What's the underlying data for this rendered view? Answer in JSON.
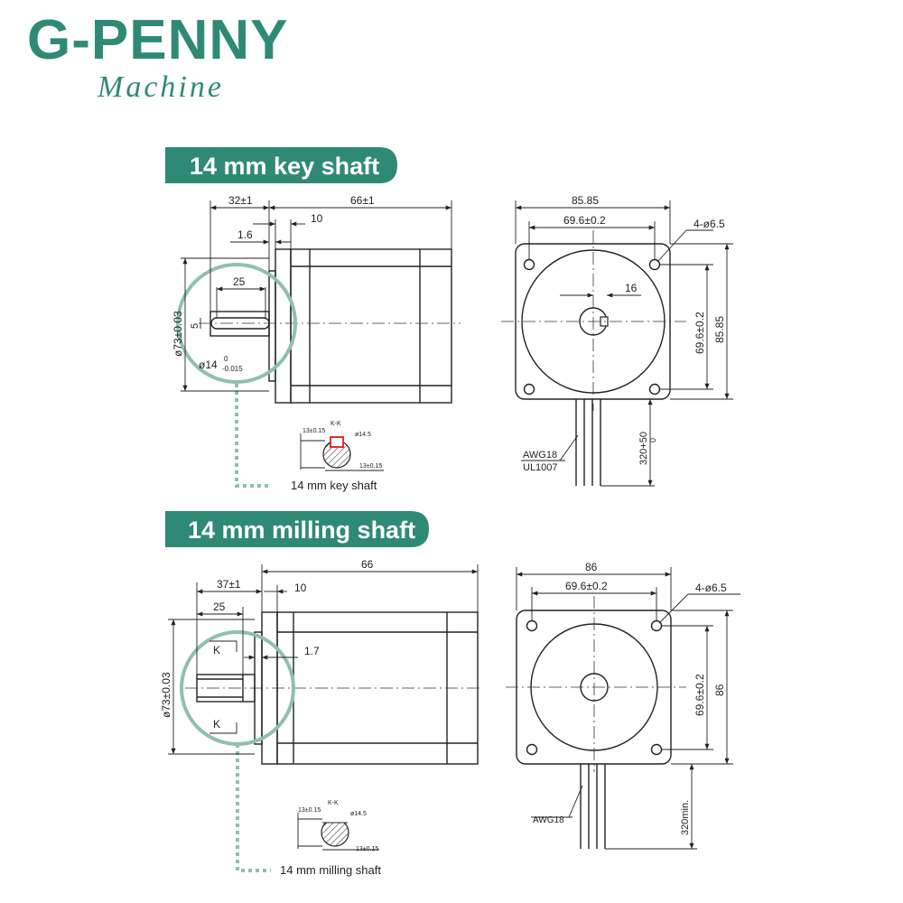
{
  "brand": {
    "title": "G-PENNY",
    "subtitle": "Machine"
  },
  "colors": {
    "brand": "#2f8a75",
    "highlight": "#8fbfb0",
    "key_mark": "#e03030"
  },
  "key_shaft": {
    "banner": "14 mm key shaft",
    "side": {
      "dim_shaft_len": "32±1",
      "dim_body_len": "66±1",
      "dim_flange": "10",
      "dim_step": "1.6",
      "dim_key_len": "25",
      "dim_key_w": "5",
      "dim_pilot": "ø73±0.03",
      "dim_shaft_d": "ø14",
      "dim_shaft_tol_up": "0",
      "dim_shaft_tol_low": "-0.015"
    },
    "section": {
      "label": "K-K",
      "dim_a": "13±0.15",
      "dim_b": "ø14.5",
      "dim_c": "13±0.15",
      "caption": "14 mm key shaft"
    },
    "front": {
      "dim_width": "85.85",
      "dim_bolt": "69.6±0.2",
      "dim_holes": "4-ø6.5",
      "dim_key": "16",
      "dim_bolt_v": "69.6±0.2",
      "dim_height_v": "85.85",
      "dim_lead": "320+50",
      "dim_lead_tol": "0",
      "wire_a": "AWG18",
      "wire_b": "UL1007"
    }
  },
  "milling_shaft": {
    "banner": "14 mm milling shaft",
    "side": {
      "dim_shaft_len": "37±1",
      "dim_body_len": "66",
      "dim_flange": "10",
      "dim_flat_len": "25",
      "dim_step": "1.7",
      "section_k": "K",
      "dim_pilot": "ø73±0.03"
    },
    "section": {
      "label": "K-K",
      "dim_a": "13±0.15",
      "dim_b": "ø14.5",
      "dim_c": "13±0.15",
      "caption": "14 mm milling shaft"
    },
    "front": {
      "dim_width": "86",
      "dim_bolt": "69.6±0.2",
      "dim_holes": "4-ø6.5",
      "dim_bolt_v": "69.6±0.2",
      "dim_height_v": "86",
      "dim_lead": "320min.",
      "wire_a": "AWG18"
    }
  }
}
